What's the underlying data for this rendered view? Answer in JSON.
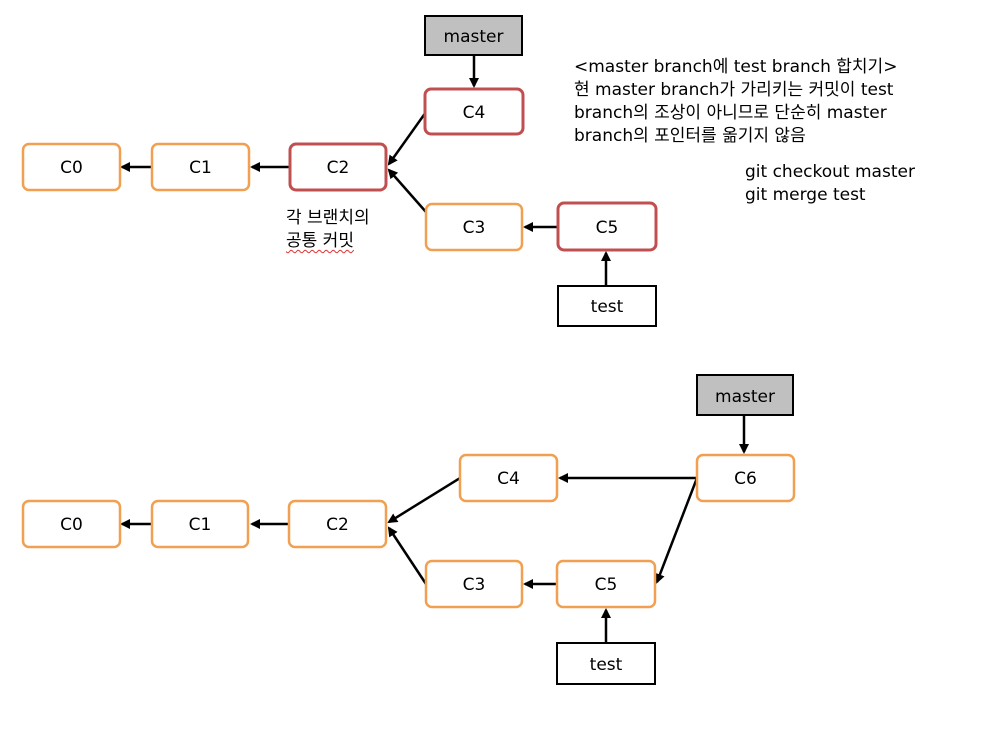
{
  "colors": {
    "commit_border": "#f0a050",
    "highlight_border": "#c05050",
    "branch_fill": "#c0c0c0",
    "pointer_border": "#000000",
    "arrow": "#000000"
  },
  "top": {
    "nodes": {
      "master": "master",
      "c4": "C4",
      "c0": "C0",
      "c1": "C1",
      "c2": "C2",
      "c3": "C3",
      "c5": "C5",
      "test": "test"
    },
    "common_commit_label": [
      "각 브랜치의",
      "공통 커밋"
    ],
    "explanation": [
      "<master branch에 test branch 합치기>",
      "현 master branch가 가리키는 커밋이 test",
      "branch의 조상이 아니므로 단순히 master",
      "branch의 포인터를 옮기지 않음"
    ],
    "commands": [
      "git checkout master",
      "git merge test"
    ]
  },
  "bottom": {
    "nodes": {
      "master": "master",
      "c6": "C6",
      "c4": "C4",
      "c0": "C0",
      "c1": "C1",
      "c2": "C2",
      "c3": "C3",
      "c5": "C5",
      "test": "test"
    }
  }
}
